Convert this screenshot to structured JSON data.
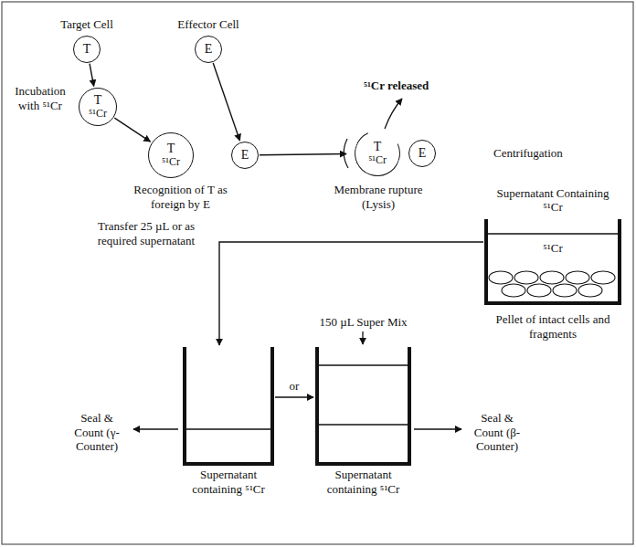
{
  "diagram": {
    "nodes": [
      {
        "text": [
          "Target Cell",
          "T"
        ]
      },
      {
        "text": [
          "Effector Cell",
          "E"
        ]
      },
      {
        "text": [
          "T",
          "⁵¹Cr"
        ]
      },
      {
        "text": [
          "T",
          "⁵¹Cr"
        ]
      },
      {
        "text": [
          "E"
        ]
      },
      {
        "text": [
          "T",
          "⁵¹Cr"
        ]
      },
      {
        "text": [
          "E"
        ]
      },
      {
        "text": [
          "Supernatant Containing ⁵¹Cr",
          "⁵¹Cr"
        ]
      },
      {
        "text": [
          "Supernatant containing ⁵¹Cr"
        ]
      },
      {
        "text": [
          "Supernatant containing ⁵¹Cr"
        ]
      }
    ],
    "edges": [
      {
        "from": 0,
        "to": 2,
        "arrow": "to"
      },
      {
        "from": 2,
        "to": 3,
        "arrow": "to"
      },
      {
        "from": 1,
        "to": 4,
        "arrow": "to"
      },
      {
        "from": 4,
        "to": 5,
        "arrow": "to"
      },
      {
        "from": 7,
        "to": 8,
        "arrow": "to"
      },
      {
        "from": 8,
        "to": 9,
        "label": "or",
        "arrow": "to"
      }
    ],
    "labels": [
      "Incubation with ⁵¹Cr",
      "Recognition of T as foreign by E",
      "⁵¹Cr released",
      "Membrane rupture (Lysis)",
      "Centrifugation",
      "Pellet of intact cells and fragments",
      "Transfer 25 µL or as required supernatant",
      "150 µL Super Mix",
      "Seal & Count (γ-Counter)",
      "Seal & Count (β-Counter)"
    ]
  }
}
